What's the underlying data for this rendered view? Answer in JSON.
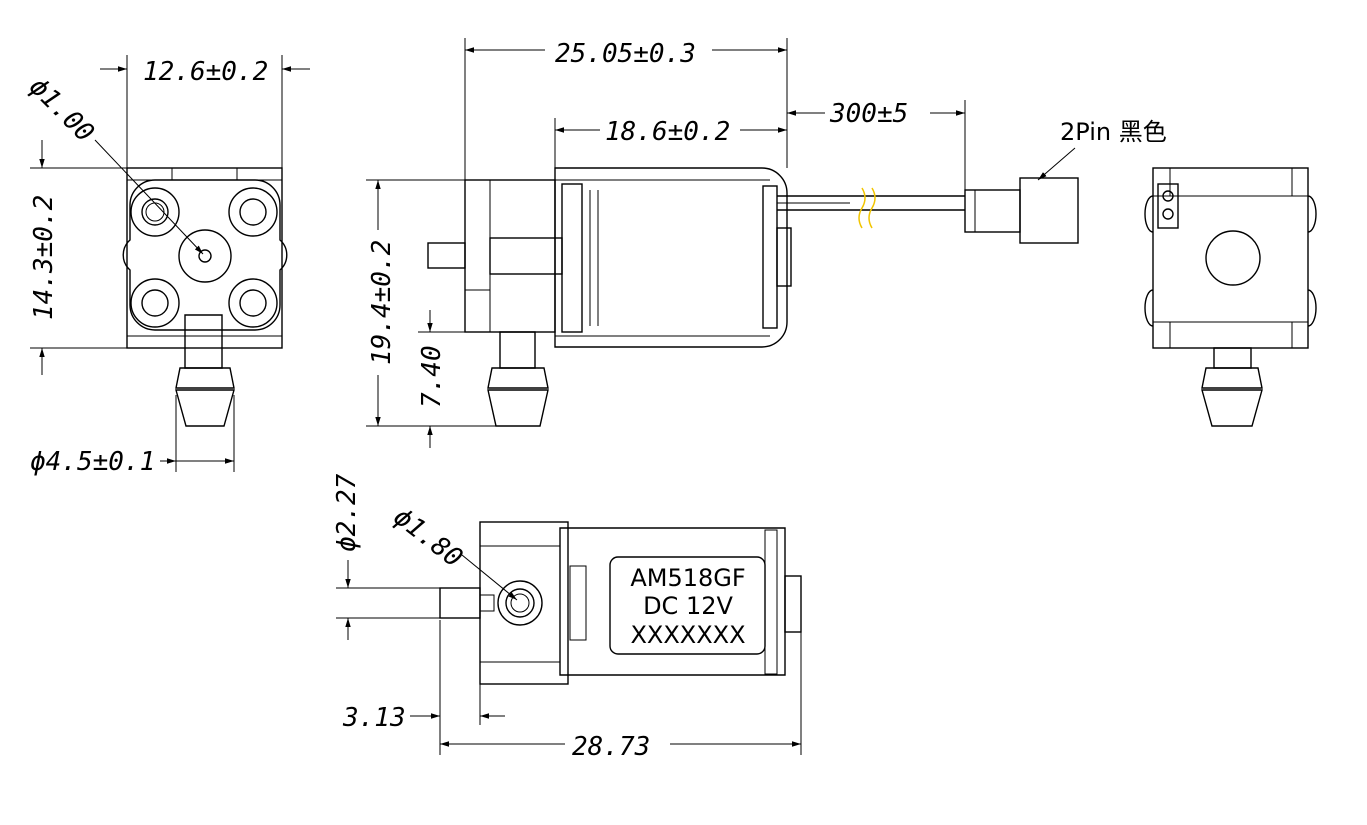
{
  "dims": {
    "d1": "ϕ1.00",
    "w_top": "12.6±0.2",
    "h_top": "14.3±0.2",
    "d_outlet": "ϕ4.5±0.1",
    "len_total": "25.05±0.3",
    "len_body": "18.6±0.2",
    "wire_len": "300±5",
    "height": "19.4±0.2",
    "nozzle": "7.40",
    "d_shaft": "ϕ2.27",
    "d_port": "ϕ1.80",
    "offset": "3.13",
    "len_bottom": "28.73"
  },
  "connector_label": "2Pin  黑色",
  "nameplate": {
    "model": "AM518GF",
    "voltage": "DC  12V",
    "serial": "XXXXXXX"
  },
  "colors": {
    "line": "#000000",
    "wire_break": "#f2c500"
  }
}
